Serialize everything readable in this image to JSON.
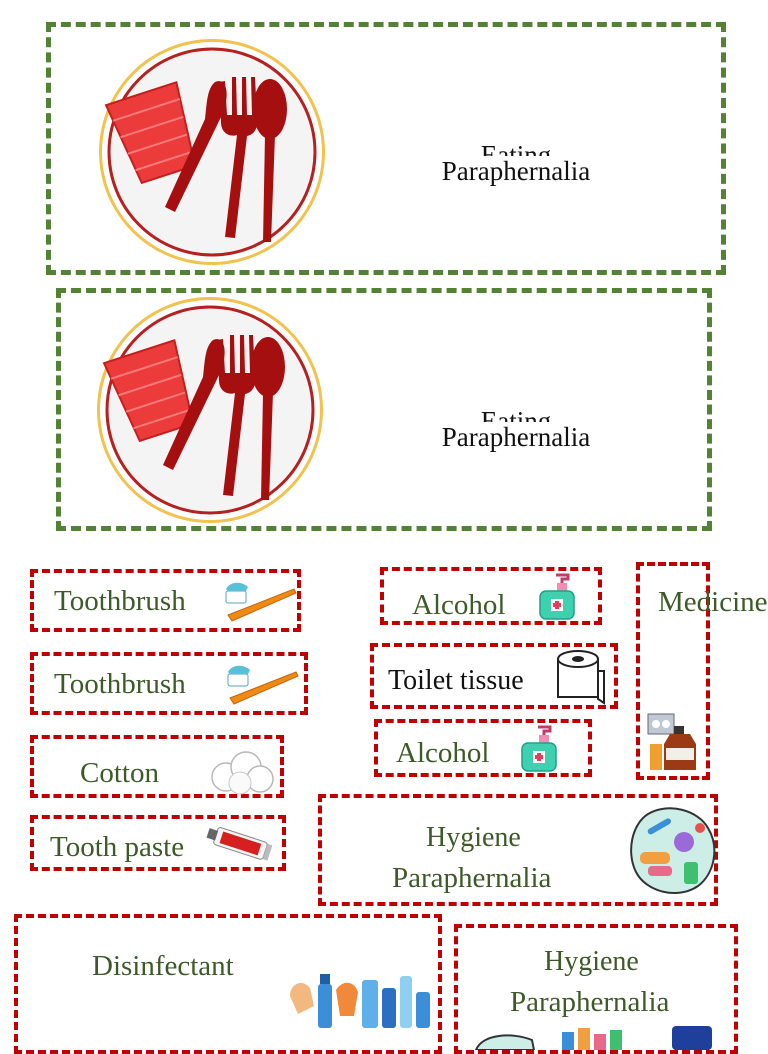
{
  "eating_cards": [
    {
      "line1": "Eating",
      "line2": "Paraphernalia"
    },
    {
      "line1": "Eating",
      "line2": "Paraphernalia"
    }
  ],
  "labels": {
    "toothbrush_1": "Toothbrush",
    "toothbrush_2": "Toothbrush",
    "cotton": "Cotton",
    "tooth_paste": "Tooth paste",
    "alcohol_1": "Alcohol",
    "toilet_tissue": "Toilet tissue",
    "alcohol_2": "Alcohol",
    "medicine": "Medicine",
    "hygiene_1_line1": "Hygiene",
    "hygiene_1_line2": "Paraphernalia",
    "disinfectant": "Disinfectant",
    "hygiene_2_line1": "Hygiene",
    "hygiene_2_line2": "Paraphernalia"
  },
  "colors": {
    "eating_border": "#548235",
    "item_border": "#c00000",
    "label_text": "#3e5a28",
    "plate_ring": "#f2c14e",
    "utensils": "#a50f0f"
  },
  "icons": [
    "plate-cutlery-icon",
    "toothbrush-icon",
    "cotton-balls-icon",
    "toothpaste-tube-icon",
    "hand-sanitizer-icon",
    "toilet-paper-icon",
    "medicine-bottle-icon",
    "hygiene-kit-icon",
    "disinfectant-products-icon"
  ]
}
